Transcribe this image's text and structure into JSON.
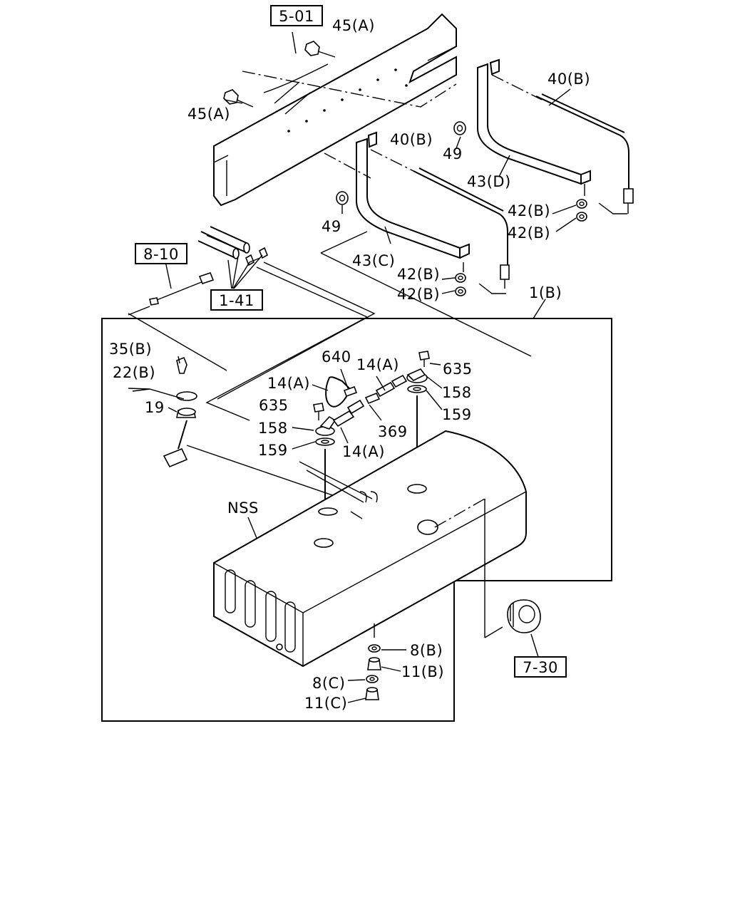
{
  "section_refs": [
    "5-01",
    "8-10",
    "1-41",
    "7-30"
  ],
  "callouts": {
    "c45a_top": "45(A)",
    "c45a_left": "45(A)",
    "c40b_right": "40(B)",
    "c40b_mid": "40(B)",
    "c49_right": "49",
    "c49_left": "49",
    "c43d": "43(D)",
    "c43c": "43(C)",
    "c42b_1": "42(B)",
    "c42b_2": "42(B)",
    "c42b_3": "42(B)",
    "c42b_4": "42(B)",
    "c1b": "1(B)",
    "c35b": "35(B)",
    "c22b": "22(B)",
    "c19": "19",
    "c640": "640",
    "c14a_1": "14(A)",
    "c14a_2": "14(A)",
    "c14a_3": "14(A)",
    "c635_left": "635",
    "c635_right": "635",
    "c158_left": "158",
    "c158_right": "158",
    "c159_left": "159",
    "c159_right": "159",
    "c369": "369",
    "cNSS": "NSS",
    "c8b": "8(B)",
    "c11b": "11(B)",
    "c8c": "8(C)",
    "c11c": "11(C)"
  }
}
